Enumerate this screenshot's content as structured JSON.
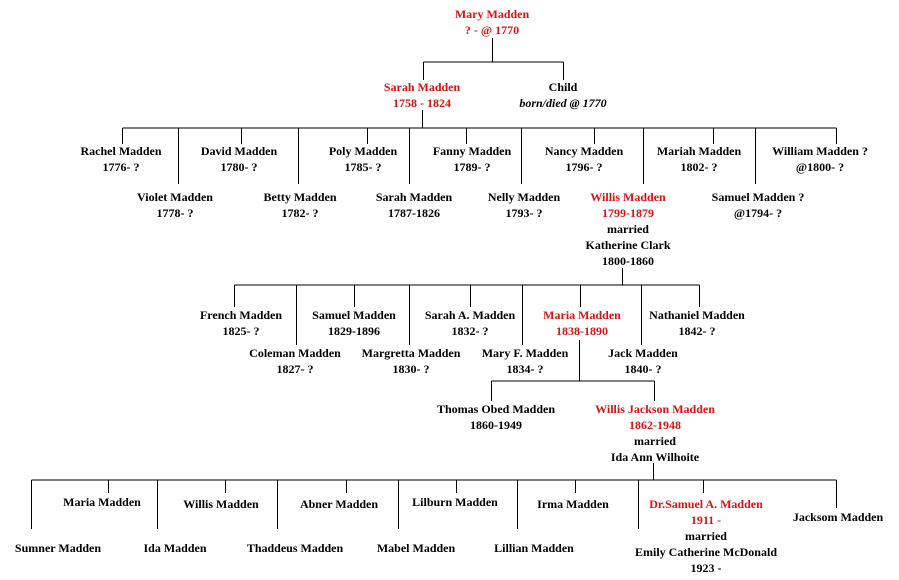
{
  "colors": {
    "ancestor": "#e01010",
    "text": "#000000",
    "line": "#000000"
  },
  "tree": {
    "gen1": {
      "name": "Mary Madden",
      "dates": "? - @ 1770"
    },
    "gen2": {
      "sarah": {
        "name": "Sarah Madden",
        "dates": "1758 - 1824"
      },
      "child": {
        "name": "Child",
        "dates": "born/died @ 1770"
      }
    },
    "gen3": {
      "rachel": {
        "name": "Rachel Madden",
        "dates": "1776- ?"
      },
      "violet": {
        "name": "Violet Madden",
        "dates": "1778- ?"
      },
      "david": {
        "name": "David  Madden",
        "dates": "1780- ?"
      },
      "betty": {
        "name": "Betty Madden",
        "dates": "1782- ?"
      },
      "poly": {
        "name": "Poly Madden",
        "dates": "1785- ?"
      },
      "sarah2": {
        "name": "Sarah Madden",
        "dates": "1787-1826"
      },
      "fanny": {
        "name": "Fanny Madden",
        "dates": "1789- ?"
      },
      "nelly": {
        "name": "Nelly Madden",
        "dates": "1793- ?"
      },
      "nancy": {
        "name": "Nancy Madden",
        "dates": "1796- ?"
      },
      "willis": {
        "name": "Willis Madden",
        "dates": "1799-1879",
        "married": "married",
        "spouse": "Katherine Clark",
        "spouse_dates": "1800-1860"
      },
      "mariah": {
        "name": "Mariah Madden",
        "dates": "1802- ?"
      },
      "samuel": {
        "name": "Samuel Madden ?",
        "dates": "@1794- ?"
      },
      "william": {
        "name": "William Madden ?",
        "dates": "@1800- ?"
      }
    },
    "gen4": {
      "french": {
        "name": "French Madden",
        "dates": "1825- ?"
      },
      "coleman": {
        "name": "Coleman Madden",
        "dates": "1827- ?"
      },
      "samuel": {
        "name": "Samuel Madden",
        "dates": "1829-1896"
      },
      "margretta": {
        "name": "Margretta Madden",
        "dates": "1830- ?"
      },
      "sarah": {
        "name": "Sarah A. Madden",
        "dates": "1832- ?"
      },
      "mary": {
        "name": "Mary F. Madden",
        "dates": "1834- ?"
      },
      "maria": {
        "name": "Maria Madden",
        "dates": "1838-1890"
      },
      "jack": {
        "name": "Jack Madden",
        "dates": "1840- ?"
      },
      "nathaniel": {
        "name": "Nathaniel Madden",
        "dates": "1842- ?"
      }
    },
    "gen5": {
      "thomas": {
        "name": "Thomas Obed Madden",
        "dates": "1860-1949"
      },
      "willis": {
        "name": "Willis Jackson Madden",
        "dates": "1862-1948",
        "married": "married",
        "spouse": "Ida Ann Wilhoite"
      }
    },
    "gen6": {
      "sumner": {
        "name": "Sumner Madden"
      },
      "maria": {
        "name": "Maria Madden"
      },
      "ida": {
        "name": "Ida Madden"
      },
      "willis": {
        "name": "Willis Madden"
      },
      "thaddeus": {
        "name": "Thaddeus Madden"
      },
      "abner": {
        "name": "Abner Madden"
      },
      "mabel": {
        "name": "Mabel Madden"
      },
      "lilburn": {
        "name": "Lilburn Madden"
      },
      "lillian": {
        "name": "Lillian Madden"
      },
      "irma": {
        "name": "Irma Madden"
      },
      "samuel": {
        "name": "Dr.Samuel A. Madden",
        "dates": "1911 -",
        "married": "married",
        "spouse": "Emily Catherine McDonald",
        "spouse_dates": "1923 -"
      },
      "jacksom": {
        "name": "Jacksom Madden"
      }
    }
  }
}
